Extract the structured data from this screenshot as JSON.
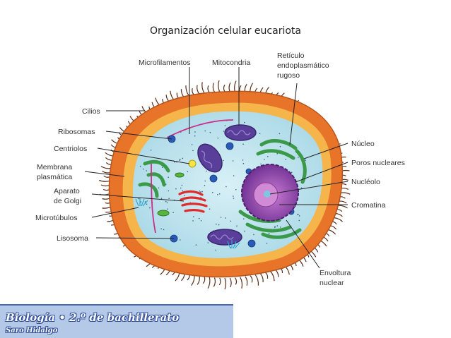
{
  "title": "Organización celular eucariota",
  "labels": {
    "microfilamentos": "Microfilamentos",
    "mitocondria": "Mitocondria",
    "reticulo_1": "Retículo",
    "reticulo_2": "endoplasmático",
    "reticulo_3": "rugoso",
    "cilios": "Cilios",
    "ribosomas": "Ribosomas",
    "centriolos": "Centriolos",
    "membrana_1": "Membrana",
    "membrana_2": "plasmática",
    "aparato_1": "Aparato",
    "aparato_2": "de Golgi",
    "microtubulos": "Microtúbulos",
    "lisosoma": "Lisosoma",
    "nucleo": "Núcleo",
    "poros": "Poros nucleares",
    "nucleolo": "Nucléolo",
    "cromatina": "Cromatina",
    "envoltura_1": "Envoltura",
    "envoltura_2": "nuclear"
  },
  "footer": {
    "line1": "Biología • 2.º de bachillerato",
    "line2": "Saro Hidalgo"
  },
  "colors": {
    "cilia": "#6b3a22",
    "cell_wall": "#e8742a",
    "membrane_inner": "#f5b54a",
    "cytoplasm": "#bfe3ee",
    "nucleus": "#7e3fa0",
    "nucleolus": "#d08ad6",
    "mitochondria": "#5a3f9a",
    "reticulum": "#3a9a4a",
    "golgi": "#e02a2a",
    "ribosome": "#2a5ab8",
    "microfilament": "#cc2f8a",
    "footer_bg": "#b4c9e8"
  }
}
